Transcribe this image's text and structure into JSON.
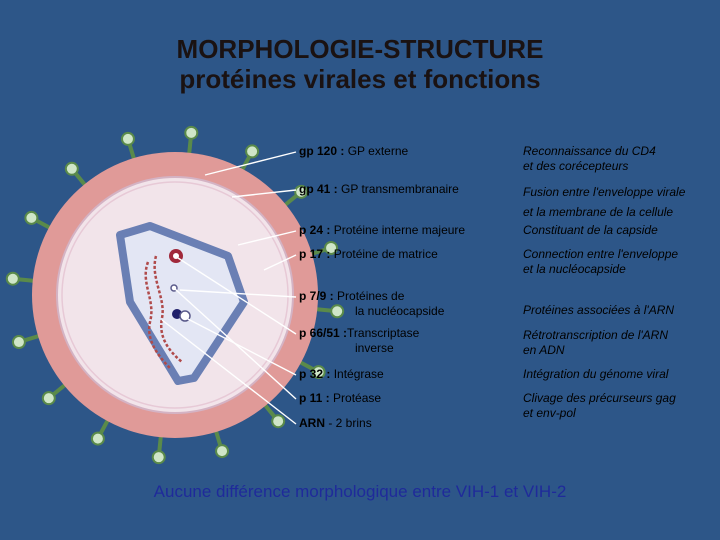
{
  "title": {
    "line1": "MORPHOLOGIE-STRUCTURE",
    "line2": "protéines virales et fonctions"
  },
  "proteins": [
    {
      "code": "gp 120 :",
      "desc": "GP externe"
    },
    {
      "code": "gp 41 :",
      "desc": "GP transmembranaire"
    },
    {
      "code": "p 24 :",
      "desc": "Protéine interne majeure"
    },
    {
      "code": "p 17 :",
      "desc": "Protéine de matrice"
    },
    {
      "code": "p 7/9 :",
      "desc": "Protéines de",
      "desc2": "la nucléocapside"
    },
    {
      "code": "p 66/51 :",
      "desc": "Transcriptase",
      "desc2": "inverse"
    },
    {
      "code": "p 32 :",
      "desc": "Intégrase"
    },
    {
      "code": "p 11 :",
      "desc": "Protéase"
    },
    {
      "code": "ARN",
      "desc": "- 2 brins"
    }
  ],
  "functions": [
    {
      "l1": "Reconnaissance du CD4",
      "l2": "et des corécepteurs"
    },
    {
      "l1": "Fusion entre l'enveloppe virale",
      "l2": "et la membrane de la cellule"
    },
    {
      "l1": "Constituant de la capside"
    },
    {
      "l1": "Connection entre l'enveloppe",
      "l2": "et la nucléocapside"
    },
    {
      "l1": "Protéines associées à l'ARN"
    },
    {
      "l1": "Rétrotranscription de l'ARN",
      "l2": "en ADN"
    },
    {
      "l1": "Intégration du génome viral"
    },
    {
      "l1": "Clivage des précurseurs gag",
      "l2": "et env-pol"
    }
  ],
  "footer": "Aucune différence morphologique entre VIH-1 et VIH-2",
  "colors": {
    "background": "#2d5688",
    "envelope": "#e09a98",
    "matrix": "#f2e4ea",
    "capsid": "#6a7fb4",
    "spike_stalk": "#5a8a4a",
    "spike_head": "#cfe6c8",
    "footer_text": "#1f2a9a"
  }
}
